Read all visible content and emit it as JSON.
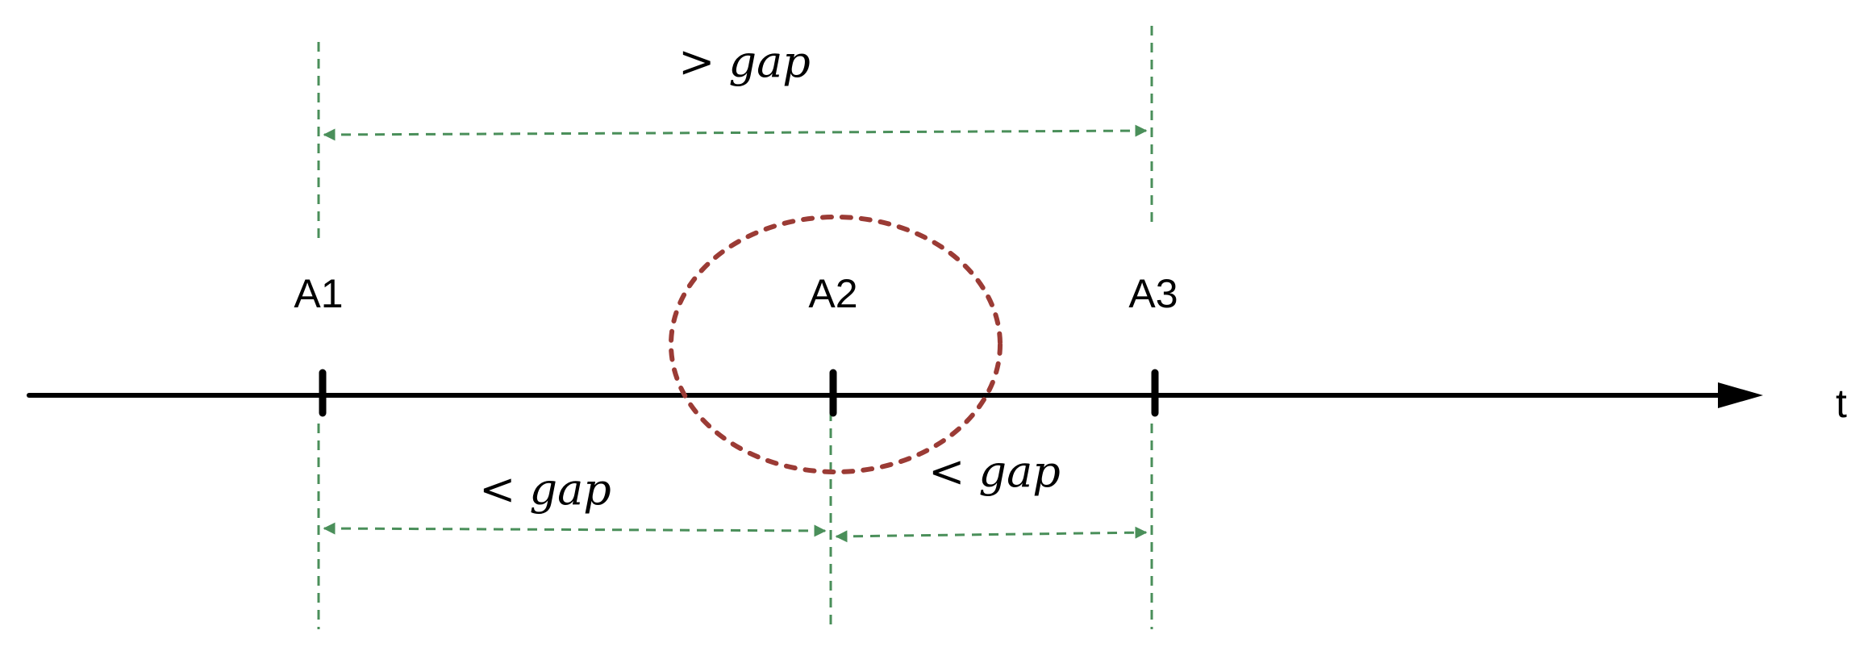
{
  "axis": {
    "label": "t"
  },
  "events": [
    {
      "id": "a1",
      "label": "A1"
    },
    {
      "id": "a2",
      "label": "A2"
    },
    {
      "id": "a3",
      "label": "A3"
    }
  ],
  "intervals": {
    "a1_a3": {
      "label": "> gap"
    },
    "a1_a2": {
      "label": "< gap"
    },
    "a2_a3": {
      "label": "< gap"
    }
  },
  "colors": {
    "axis": "#000000",
    "interval": "#4a8f5a",
    "highlight": "#9b3b35"
  },
  "highlight": {
    "target": "A2",
    "shape": "dotted-ellipse"
  }
}
